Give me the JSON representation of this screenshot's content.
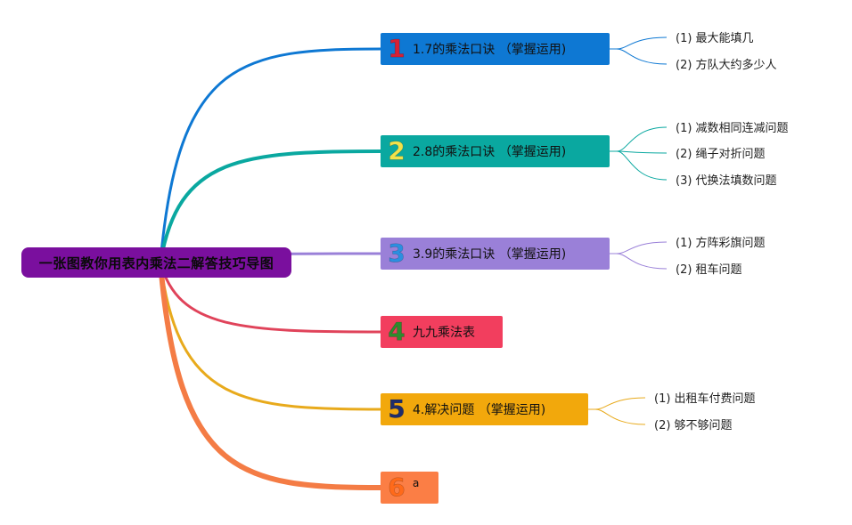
{
  "root": {
    "label": "一张图教你用表内乘法二解答技巧导图",
    "color": "#7a0f9e"
  },
  "branches": [
    {
      "number": "1",
      "number_color": "#d62035",
      "label": "1.7的乘法口诀 （掌握运用)",
      "color": "#0e78d3",
      "line_color": "#0e78d3",
      "children": [
        "(1)  最大能填几",
        "(2)  方队大约多少人"
      ]
    },
    {
      "number": "2",
      "number_color": "#f1e24a",
      "label": "2.8的乘法口诀 （掌握运用)",
      "color": "#0aa8a0",
      "line_color": "#0aa8a0",
      "children": [
        "(1)  减数相同连减问题",
        "(2)  绳子对折问题",
        "(3)  代换法填数问题"
      ]
    },
    {
      "number": "3",
      "number_color": "#2b8fe0",
      "label": "3.9的乘法口诀 （掌握运用)",
      "color": "#9a80d8",
      "line_color": "#9a80d8",
      "children": [
        "(1)  方阵彩旗问题",
        "(2)  租车问题"
      ]
    },
    {
      "number": "4",
      "number_color": "#2e8b2e",
      "label": "九九乘法表",
      "color": "#f23e5e",
      "line_color": "#e0435a",
      "children": []
    },
    {
      "number": "5",
      "number_color": "#1f2d6b",
      "label": "4.解决问题 （掌握运用)",
      "color": "#f2a80c",
      "line_color": "#e8aa1c",
      "children": [
        "(1)  出租车付费问题",
        "(2)  够不够问题"
      ]
    },
    {
      "number": "6",
      "number_color": "#ff6a1a",
      "label": "a",
      "color": "#fb7e45",
      "line_color": "#f47c45",
      "children": []
    }
  ]
}
